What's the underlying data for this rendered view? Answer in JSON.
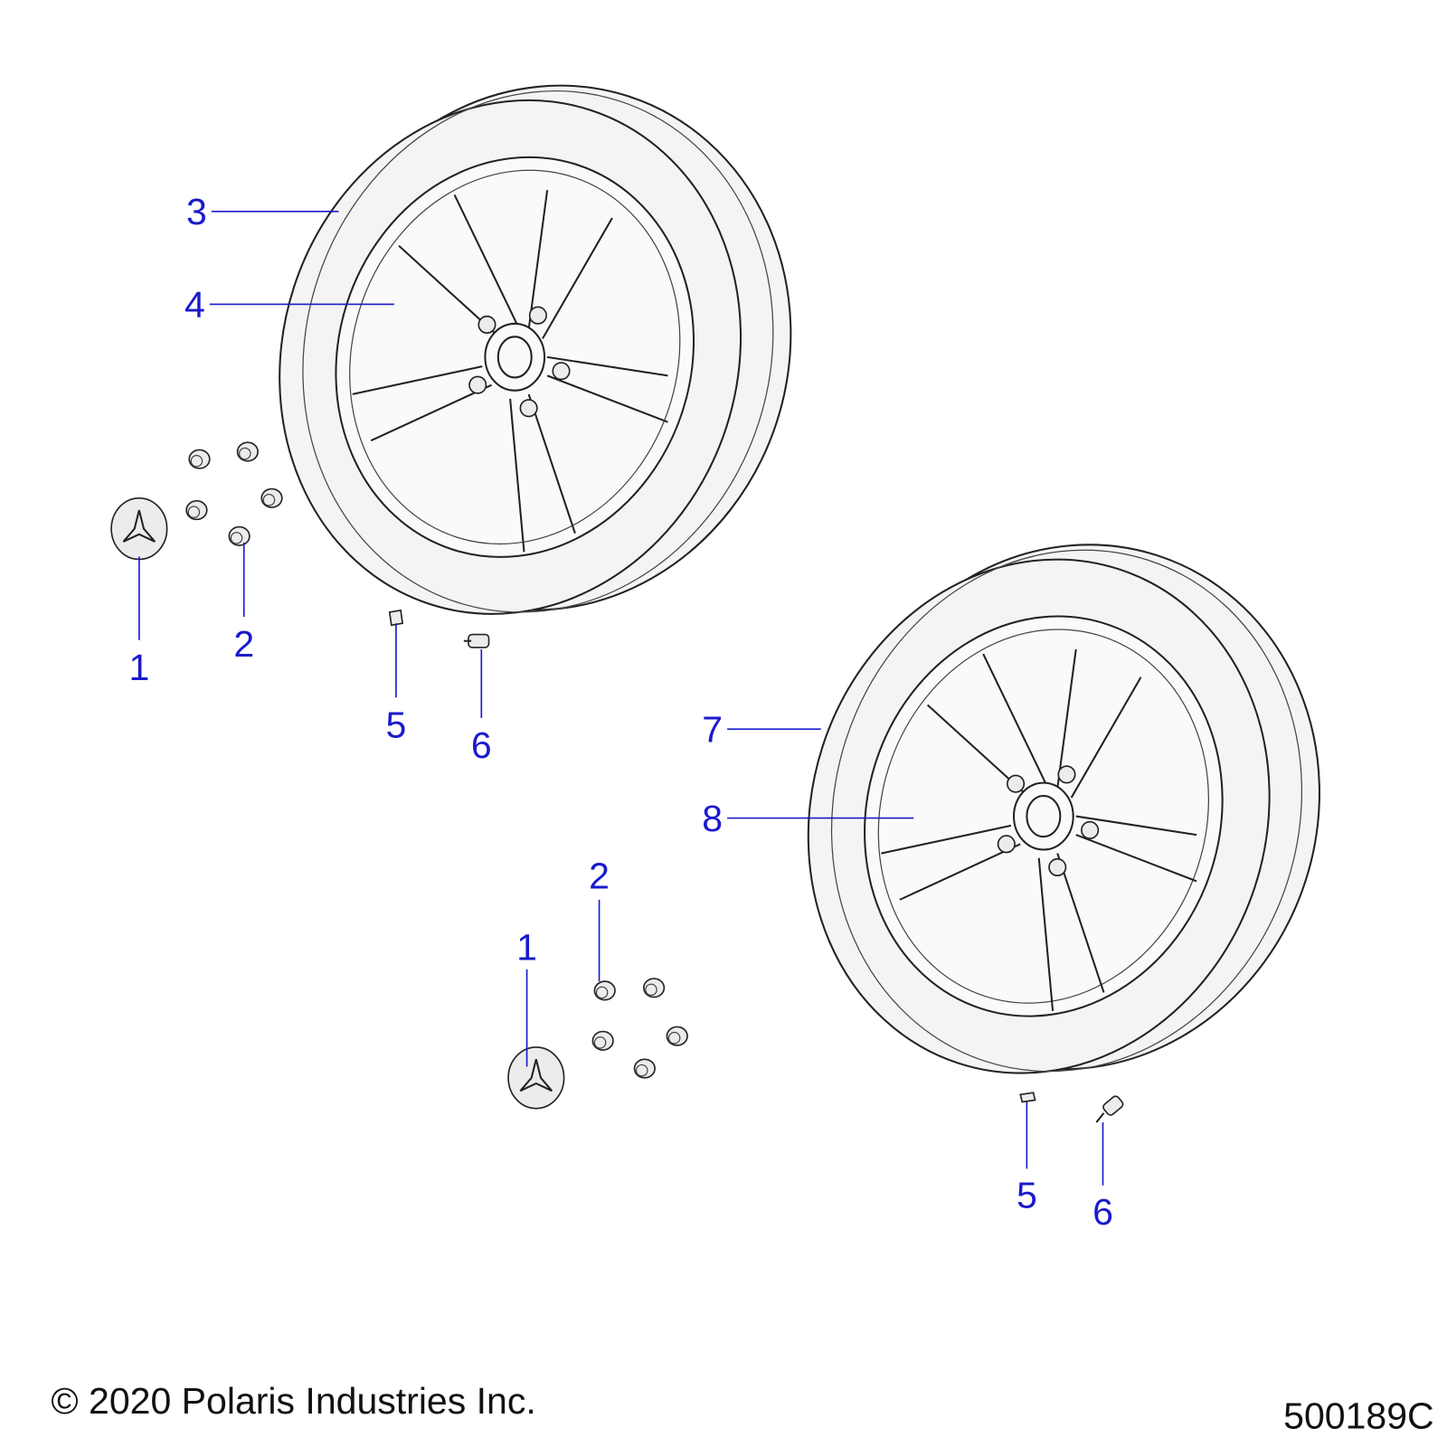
{
  "diagram": {
    "callouts_upper": [
      {
        "id": "3",
        "label": "3"
      },
      {
        "id": "4",
        "label": "4"
      },
      {
        "id": "1",
        "label": "1"
      },
      {
        "id": "2",
        "label": "2"
      },
      {
        "id": "5",
        "label": "5"
      },
      {
        "id": "6",
        "label": "6"
      }
    ],
    "callouts_lower": [
      {
        "id": "7",
        "label": "7"
      },
      {
        "id": "8",
        "label": "8"
      },
      {
        "id": "2",
        "label": "2"
      },
      {
        "id": "1",
        "label": "1"
      },
      {
        "id": "5",
        "label": "5"
      },
      {
        "id": "6",
        "label": "6"
      }
    ],
    "leader_color": "#1a1acc"
  },
  "footer": {
    "copyright": "© 2020 Polaris Industries Inc.",
    "drawing_number": "500189C"
  }
}
